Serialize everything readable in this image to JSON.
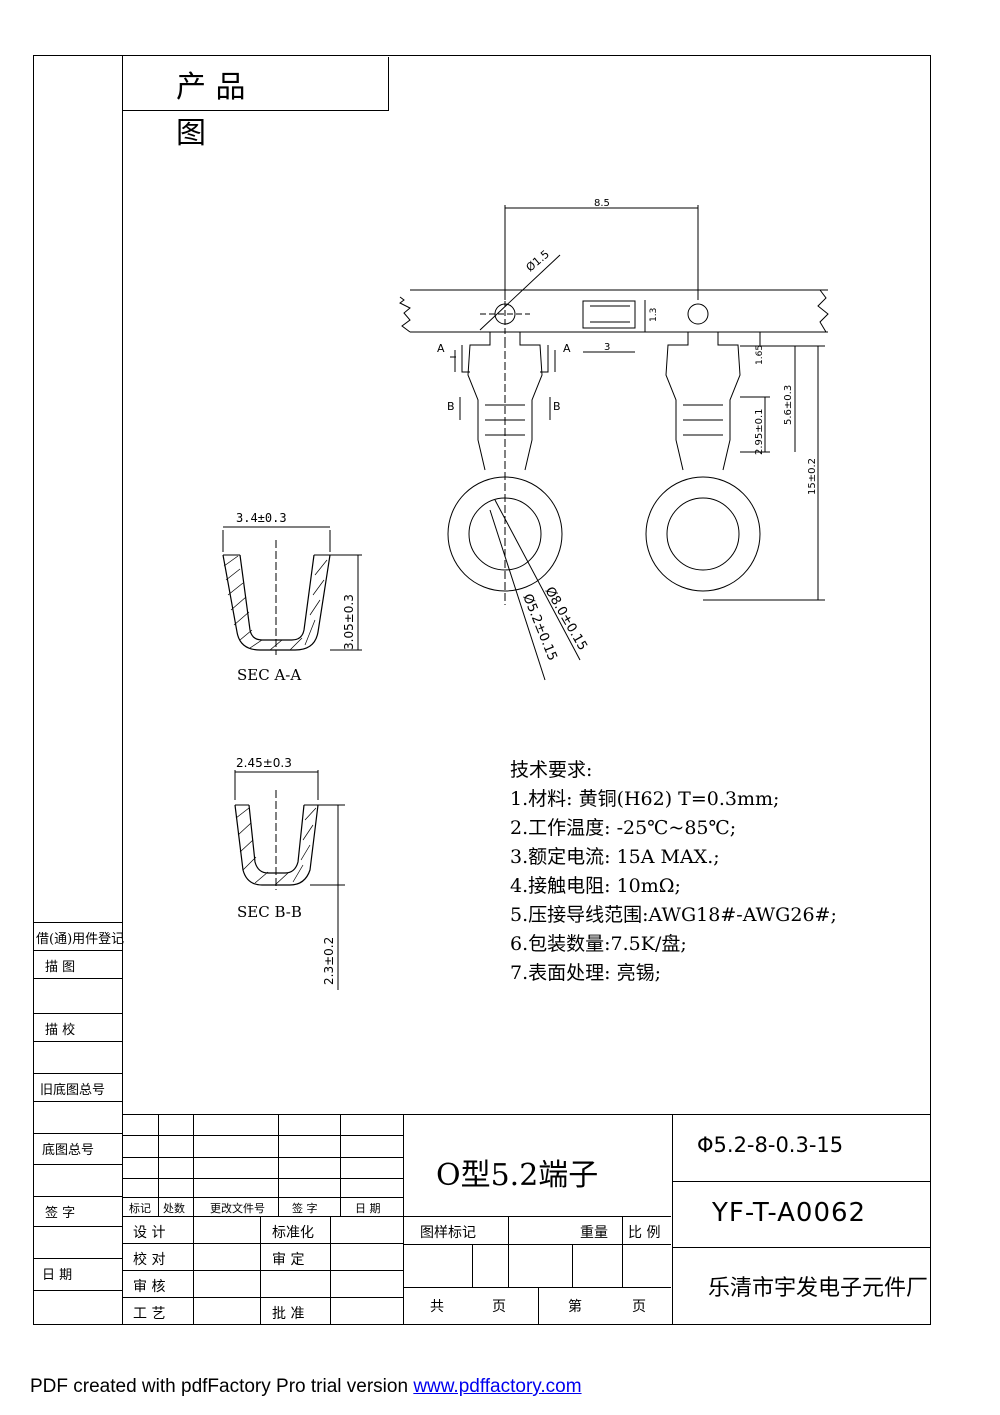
{
  "header": {
    "title_line1": "产  品",
    "title_line2": "图"
  },
  "drawing": {
    "dim_width": "8.5",
    "dim_hole": "Ø1.5",
    "dim_13": "1.3",
    "dim_3": "3",
    "dim_165": "1.65",
    "dim_56": "5.6±0.3",
    "dim_295": "2.95±0.1",
    "dim_15": "15±0.2",
    "dim_8": "Ø8.0±0.15",
    "dim_52": "Ø5.2±0.15",
    "section_a_label": "A",
    "section_b_label": "B"
  },
  "sections": {
    "aa": {
      "width": "3.4±0.3",
      "height": "3.05±0.3",
      "caption": "SEC  A-A"
    },
    "bb": {
      "width": "2.45±0.3",
      "height": "2.3±0.2",
      "caption": "SEC  B-B"
    }
  },
  "tech": {
    "heading": "技术要求:",
    "items": [
      "1.材料: 黄铜(H62)   T=0.3mm;",
      "2.工作温度: -25℃~85℃;",
      "3.额定电流: 15A MAX.;",
      "4.接触电阻: 10mΩ;",
      "5.压接导线范围:AWG18#-AWG26#;",
      "6.包装数量:7.5K/盘;",
      "7.表面处理: 亮锡;"
    ]
  },
  "left_panel": {
    "items": [
      "借(通)用件登记",
      "描  图",
      "描  校",
      "旧底图总号",
      "底图总号",
      "签  字",
      "日  期"
    ]
  },
  "title_block": {
    "rev_headers": [
      "标记",
      "处数",
      "更改文件号",
      "签 字",
      "日 期"
    ],
    "row_labels": [
      "设  计",
      "校  对",
      "审  核",
      "工  艺"
    ],
    "approvals": [
      "标准化",
      "审  定",
      "批  准"
    ],
    "mark_headers": [
      "图样标记",
      "重量",
      "比 例"
    ],
    "pages": [
      "共",
      "页",
      "第",
      "页"
    ],
    "product_name": "O型5.2端子",
    "spec": "Φ5.2-8-0.3-15",
    "part_no": "YF-T-A0062",
    "company": "乐清市宇发电子元件厂"
  },
  "footer": {
    "text": "PDF created with pdfFactory Pro trial version ",
    "link": "www.pdffactory.com"
  }
}
